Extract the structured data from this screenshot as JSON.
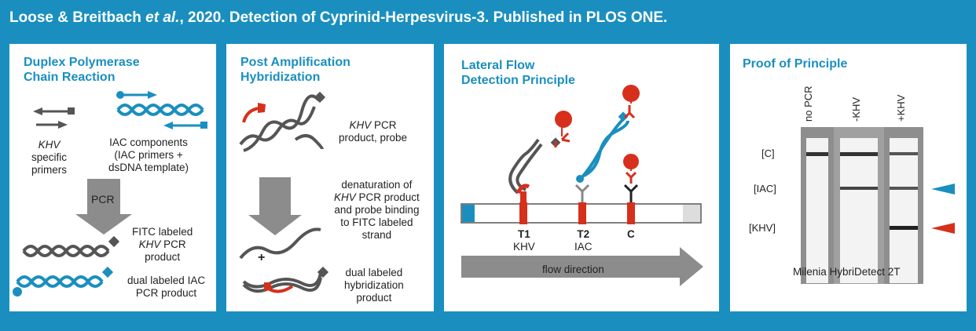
{
  "title": {
    "authors": "Loose & Breitbach",
    "etal": "et al.",
    "rest": ", 2020. Detection of Cyprinid-Herpesvirus-3. Published in PLOS ONE."
  },
  "panel1": {
    "title_line1": "Duplex Polymerase",
    "title_line2": "Chain Reaction",
    "khv": "KHV",
    "specific": "specific",
    "primers": "primers",
    "iac_line1": "IAC components",
    "iac_line2": "(IAC primers +",
    "iac_line3": "dsDNA template)",
    "pcr_label": "PCR",
    "fitc_line1": "FITC labeled",
    "fitc_khv": "KHV",
    "fitc_pcr": " PCR",
    "fitc_line3": "product",
    "dual_line1": "dual labeled IAC",
    "dual_line2": "PCR product"
  },
  "panel2": {
    "title_line1": "Post Amplification",
    "title_line2": "Hybridization",
    "khv": "KHV",
    "pcr": " PCR",
    "product_probe": "product, probe",
    "den_line1": "denaturation of",
    "den_khv": "KHV",
    "den_pcr": " PCR product",
    "den_line3": "and probe binding",
    "den_line4": "to FITC labeled",
    "den_line5": "strand",
    "plus": "+",
    "hyb_line1": "dual labeled",
    "hyb_line2": "hybridization",
    "hyb_line3": "product"
  },
  "panel3": {
    "title_line1": "Lateral Flow",
    "title_line2": "Detection Principle",
    "t1": "T1",
    "t1_sub": "KHV",
    "t2": "T2",
    "t2_sub": "IAC",
    "c": "C",
    "flow_direction": "flow direction"
  },
  "panel4": {
    "title": "Proof of Principle",
    "col_nopcr": "no PCR",
    "col_minus": "-KHV",
    "col_plus": "+KHV",
    "row_c": "[C]",
    "row_iac": "[IAC]",
    "row_khv": "[KHV]",
    "caption": "Milenia HybriDetect 2T"
  },
  "colors": {
    "blue": "#1a8fbf",
    "red": "#d6301c",
    "gray": "#555555"
  }
}
